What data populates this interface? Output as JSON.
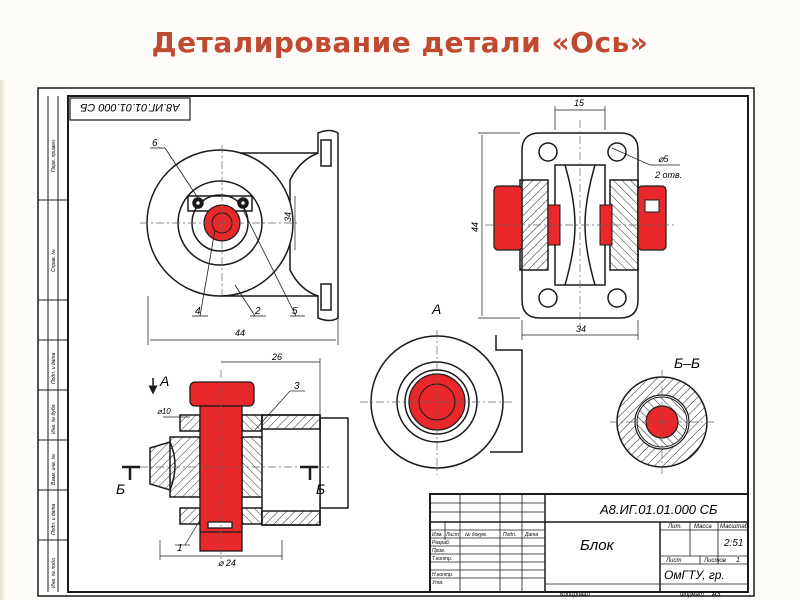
{
  "slide": {
    "title": "Деталирование детали «Ось»"
  },
  "drawing": {
    "rotated_code": "А8.ИГ.01.01.000 СБ",
    "side_labels": [
      "Перв. примен.",
      "Справ. №",
      "Подп. и дата",
      "Инв. № дубл.",
      "Взам. инв. №",
      "Подп. и дата",
      "Инв. № подл."
    ],
    "dimensions": {
      "left_width": "44",
      "left_height": "34",
      "right_top": "15",
      "right_height": "44",
      "right_width": "34",
      "hole_note": "⌀5",
      "hole_note2": "2 отв.",
      "section_width": "26",
      "section_dia_top": "⌀10",
      "section_dia_bottom": "⌀ 24"
    },
    "callouts": [
      "6",
      "4",
      "2",
      "5",
      "3",
      "1"
    ],
    "view_labels": {
      "view_a": "А",
      "arrow_a": "А",
      "section_bb": "Б–Б",
      "cut_left": "Б",
      "cut_right": "Б"
    },
    "stamp": {
      "code": "А8.ИГ.01.01.000 СБ",
      "name": "Блок",
      "lit_header": "Лит.",
      "mass_header": "Масса",
      "scale_header": "Масштаб",
      "scale_value": "2:51",
      "sheet_label": "Лист",
      "sheets_label": "Листов",
      "sheets_value": "1",
      "org": "ОмГТУ, гр.",
      "copied": "Копировал",
      "format": "Формат",
      "format_value": "А3",
      "rows": [
        "Изм.",
        "Лист",
        "№ докум.",
        "Подп.",
        "Дата",
        "Разраб.",
        "Пров.",
        "Т.контр.",
        "Н.контр.",
        "Утв."
      ]
    }
  },
  "colors": {
    "title": "#c04a30",
    "part_red": "#e8282b",
    "line": "#1a1a1a",
    "hatch": "#2a2a2a"
  }
}
